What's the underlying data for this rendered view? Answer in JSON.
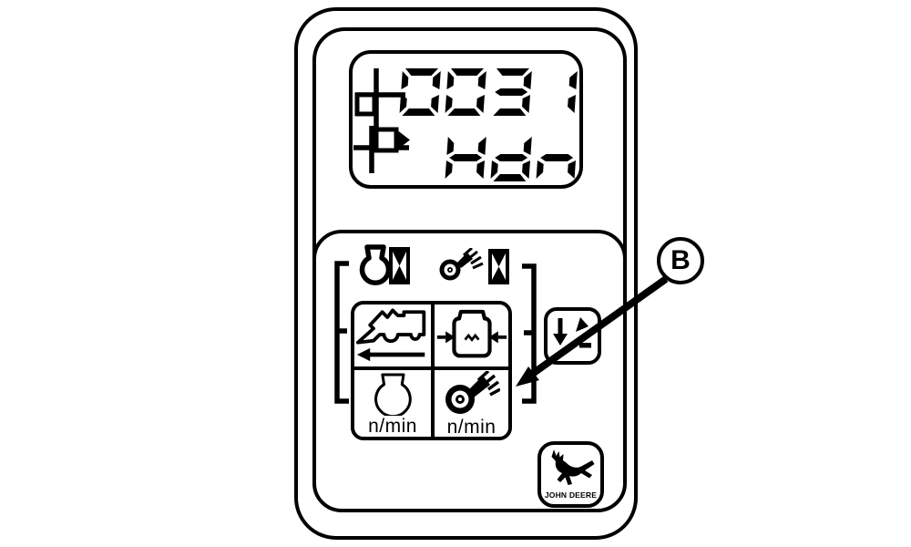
{
  "figure": {
    "description_tag": "monitor-panel-illustration",
    "callout": {
      "label": "B"
    }
  },
  "lcd": {
    "line1": "0031",
    "line2": "Hdn",
    "left_icons": [
      "area-counter-icon",
      "distance-counter-icon"
    ]
  },
  "keypad": {
    "indicator_row": [
      {
        "icon": "engine-icon"
      },
      {
        "icon": "hour-counter-box-icon"
      },
      {
        "icon": "shaft-icon"
      },
      {
        "icon": "hour-counter-box-icon"
      }
    ],
    "buttons": [
      {
        "id": "combine-ground-travel",
        "icon": "combine-arrow-icon",
        "label": ""
      },
      {
        "id": "grain-tank",
        "icon": "grain-tank-icon",
        "label": ""
      },
      {
        "id": "engine-speed",
        "icon": "engine-icon",
        "label": "n/min"
      },
      {
        "id": "shaft-speed",
        "icon": "shaft-icon",
        "label": "n/min"
      }
    ],
    "enter_button": {
      "icon": "down-arrow-pencil-icon"
    }
  },
  "logo": {
    "brand": "JOHN DEERE"
  },
  "colors": {
    "ink": "#000000",
    "paper": "#ffffff"
  }
}
